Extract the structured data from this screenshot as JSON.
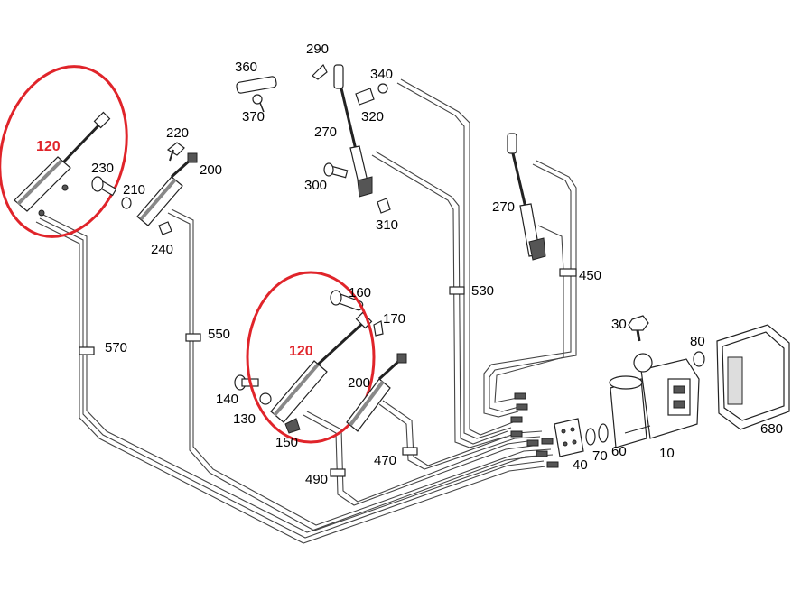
{
  "highlight": {
    "color": "#e0242a",
    "label": "120"
  },
  "labels": {
    "p360": "360",
    "p370": "370",
    "p290": "290",
    "p340": "340",
    "p320": "320",
    "p270a": "270",
    "p300": "300",
    "p310": "310",
    "p270b": "270",
    "p450": "450",
    "p530": "530",
    "p220": "220",
    "p200a": "200",
    "p230": "230",
    "p210": "210",
    "p240": "240",
    "p570": "570",
    "p550": "550",
    "p160": "160",
    "p170": "170",
    "p200b": "200",
    "p140": "140",
    "p130": "130",
    "p150": "150",
    "p490": "490",
    "p470": "470",
    "p30": "30",
    "p80": "80",
    "p40": "40",
    "p70": "70",
    "p60": "60",
    "p10": "10",
    "p680": "680"
  }
}
